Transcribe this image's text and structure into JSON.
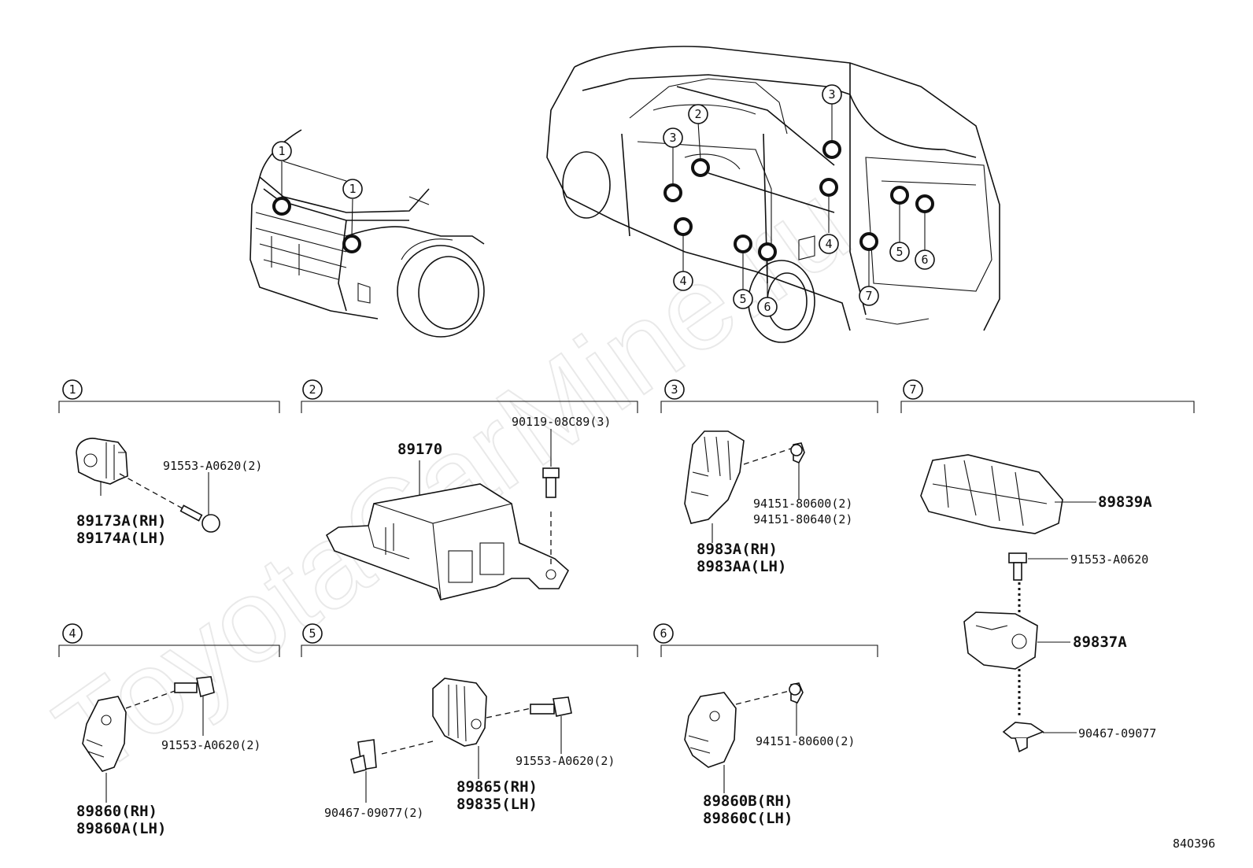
{
  "watermark": "ToyotaCarMine.ru",
  "diagram_code": "84O396",
  "overview": {
    "front_callouts": [
      "1",
      "1"
    ],
    "rear_callouts": [
      "3",
      "2",
      "3",
      "3",
      "4",
      "4",
      "5",
      "6",
      "5",
      "6",
      "7"
    ]
  },
  "sections": [
    {
      "id": "1",
      "parts": [
        "91553-A0620(2)",
        "89173A(RH)",
        "89174A(LH)"
      ]
    },
    {
      "id": "2",
      "parts": [
        "89170",
        "90119-08C89(3)"
      ]
    },
    {
      "id": "3",
      "parts": [
        "94151-80600(2)",
        "94151-80640(2)",
        "8983A(RH)",
        "8983AA(LH)"
      ]
    },
    {
      "id": "7",
      "parts": [
        "89839A",
        "91553-A0620",
        "89837A",
        "90467-09077"
      ]
    },
    {
      "id": "4",
      "parts": [
        "91553-A0620(2)",
        "89860(RH)",
        "89860A(LH)"
      ]
    },
    {
      "id": "5",
      "parts": [
        "91553-A0620(2)",
        "90467-09077(2)",
        "89865(RH)",
        "89835(LH)"
      ]
    },
    {
      "id": "6",
      "parts": [
        "94151-80600(2)",
        "89860B(RH)",
        "89860C(LH)"
      ]
    }
  ]
}
